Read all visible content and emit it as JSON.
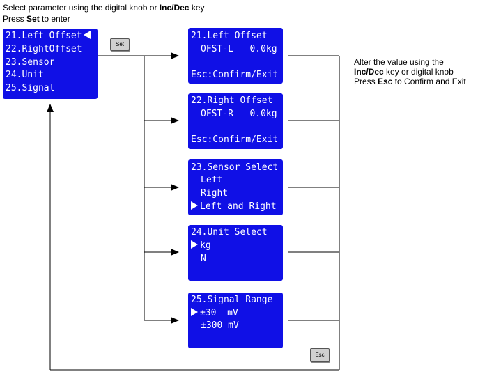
{
  "intro": {
    "line1_pre": "Select parameter using the digital knob or ",
    "line1_key": "Inc/Dec",
    "line1_post": " key",
    "line2_pre": "Press ",
    "line2_key": "Set",
    "line2_post": " to enter"
  },
  "main_menu": {
    "items": [
      "21.Left Offset",
      "22.RightOffset",
      "23.Sensor",
      "24.Unit",
      "25.Signal"
    ]
  },
  "keys": {
    "set": "Set",
    "esc": "Esc"
  },
  "screens": {
    "left_offset": {
      "title": "21.Left Offset",
      "value": "OFST-L   0.0kg",
      "footer": "Esc:Confirm/Exit"
    },
    "right_offset": {
      "title": "22.Right Offset",
      "value": "OFST-R   0.0kg",
      "footer": "Esc:Confirm/Exit"
    },
    "sensor": {
      "title": "23.Sensor Select",
      "options": [
        "Left",
        "Right",
        "Left and Right"
      ]
    },
    "unit": {
      "title": "24.Unit Select",
      "options": [
        "kg",
        "N"
      ]
    },
    "signal": {
      "title": "25.Signal Range",
      "options": [
        "±30  mV",
        "±300 mV"
      ]
    }
  },
  "note": {
    "line1": "Alter the value using the",
    "line2_key": "Inc/Dec",
    "line2_post": " key or digital knob",
    "line3_pre": "Press ",
    "line3_key": "Esc",
    "line3_post": " to Confirm and Exit"
  },
  "colors": {
    "lcd_bg": "#1010e6",
    "lcd_text": "#ffffff",
    "line": "#000000",
    "key_bg": "#d0d0d0"
  }
}
